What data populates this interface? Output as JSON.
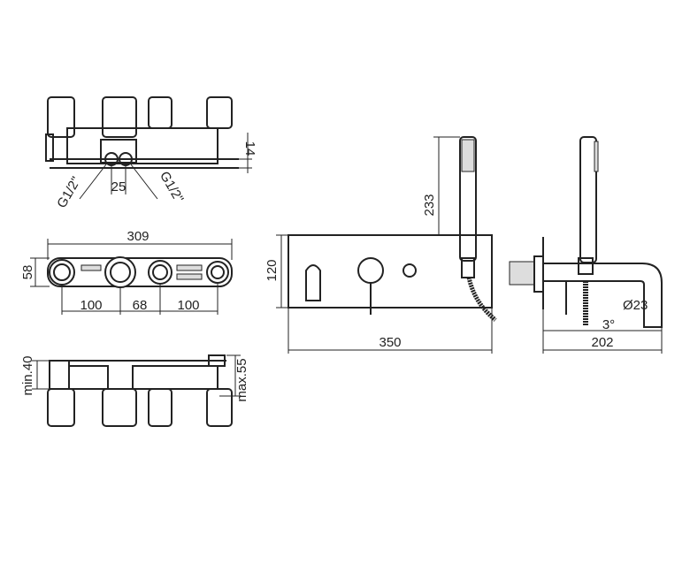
{
  "labels": {
    "top_height": "14",
    "top_center": "25",
    "top_left_thread": "G1/2\"",
    "top_right_thread": "G1/2\"",
    "plan_overall": "309",
    "plan_depth": "58",
    "plan_left_spacing": "100",
    "plan_center": "68",
    "plan_right_spacing": "100",
    "side_min": "min.40",
    "side_max": "max.55",
    "front_hose_height": "233",
    "front_height": "120",
    "front_width": "350",
    "side_spout_dia": "Ø23",
    "side_angle": "3°",
    "side_projection": "202"
  }
}
